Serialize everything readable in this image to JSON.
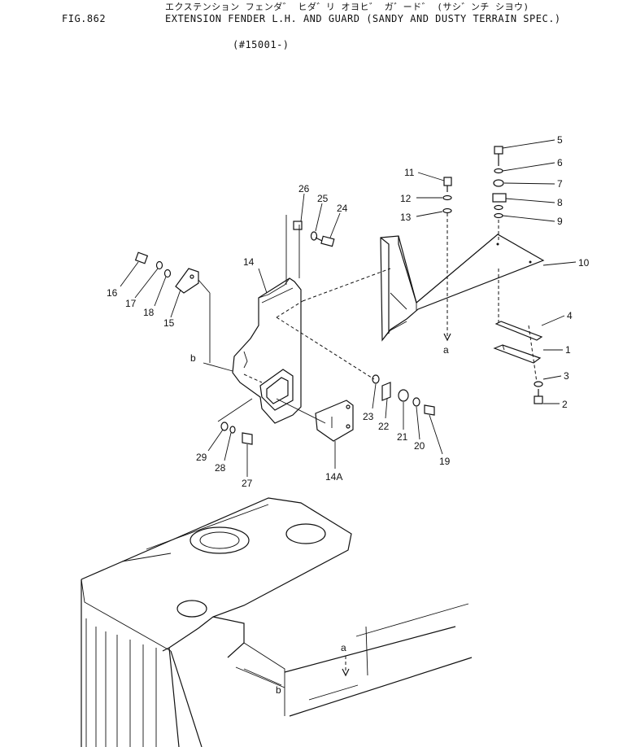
{
  "header": {
    "fig_number": "FIG.862",
    "title_jp": "エクステンション フェンダ゛ ヒダ゛リ オヨヒ゛ ガ゛ード゛ (サシ゛ンチ シヨウ)",
    "title_en": "EXTENSION FENDER L.H. AND GUARD (SANDY AND DUSTY TERRAIN SPEC.)",
    "serial": "(#15001-)"
  },
  "callouts": [
    "1",
    "2",
    "3",
    "4",
    "5",
    "6",
    "7",
    "8",
    "9",
    "10",
    "11",
    "12",
    "13",
    "14",
    "14A",
    "15",
    "16",
    "17",
    "18",
    "19",
    "20",
    "21",
    "22",
    "23",
    "24",
    "25",
    "26",
    "27",
    "28",
    "29"
  ],
  "reference_marks": [
    "a",
    "b"
  ]
}
